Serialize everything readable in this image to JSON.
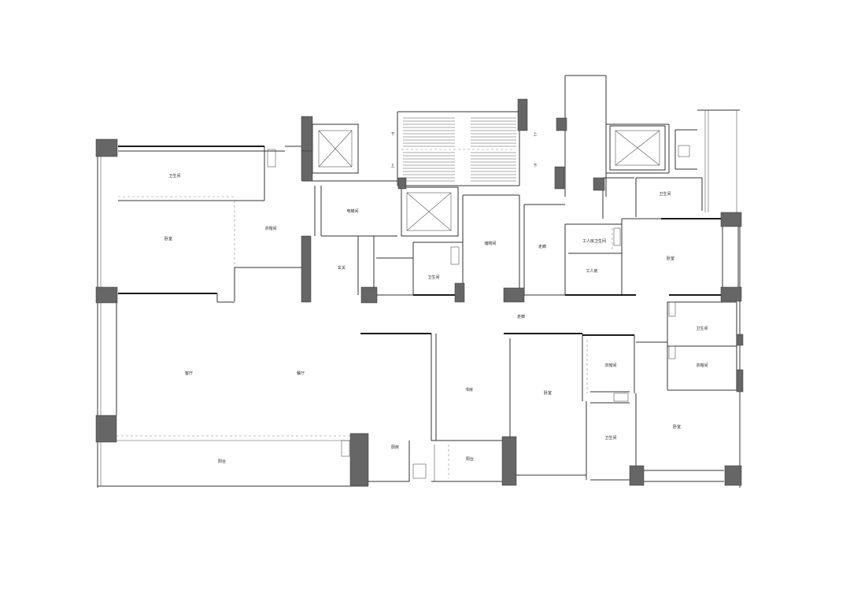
{
  "rooms": {
    "bath_nw": "卫生间",
    "bedroom_w": "卧室",
    "closet_w": "衣帽间",
    "elevator_room": "电梯间",
    "foyer": "玄关",
    "bath_center": "卫生间",
    "storage": "储物间",
    "corridor_upper": "走廊",
    "staff_bath": "工人房卫生间",
    "staff_room": "工人房",
    "bath_ne": "卫生间",
    "bedroom_ne": "卧室",
    "corridor_main": "走廊",
    "living_room": "客厅",
    "dining_room": "餐厅",
    "study": "书房",
    "kitchen": "厨房",
    "balcony_w": "阳台",
    "balcony_center": "阳台",
    "bedroom_center": "卧室",
    "closet_center": "衣帽间",
    "bath_south": "卫生间",
    "bath_e": "卫生间",
    "closet_e": "衣帽间",
    "bedroom_se": "卧室"
  },
  "stair_marks": [
    "下",
    "上",
    "上",
    "下"
  ],
  "colors": {
    "column": "#666666",
    "wall": "#1a1a1a"
  }
}
